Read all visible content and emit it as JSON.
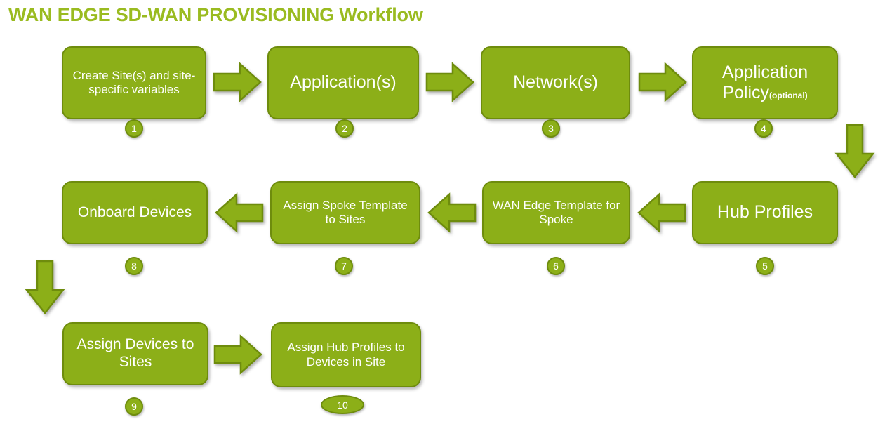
{
  "page": {
    "title": "WAN EDGE SD-WAN PROVISIONING Workflow",
    "colors": {
      "title_green": "#9ABB20",
      "node_fill": "#8CAF18",
      "node_border": "#6E8C0D",
      "node_text": "#FFFFFF",
      "rule": "#D9D9D9",
      "background": "#FFFFFF"
    }
  },
  "workflow": {
    "type": "flow-diagram",
    "direction": "serpentine: row1 left-to-right, row2 right-to-left, row3 left-to-right",
    "steps": [
      {
        "number": "1",
        "label": "Create Site(s) and site-specific variables",
        "badge_shape": "circle"
      },
      {
        "number": "2",
        "label": "Application(s)",
        "badge_shape": "circle"
      },
      {
        "number": "3",
        "label": "Network(s)",
        "badge_shape": "circle"
      },
      {
        "number": "4",
        "label": "Application Policy",
        "suffix": "(optional)",
        "badge_shape": "circle"
      },
      {
        "number": "5",
        "label": "Hub Profiles",
        "badge_shape": "circle"
      },
      {
        "number": "6",
        "label": "WAN Edge Template for Spoke",
        "badge_shape": "circle"
      },
      {
        "number": "7",
        "label": "Assign Spoke Template to Sites",
        "badge_shape": "circle"
      },
      {
        "number": "8",
        "label": "Onboard Devices",
        "badge_shape": "circle"
      },
      {
        "number": "9",
        "label": "Assign Devices to Sites",
        "badge_shape": "circle"
      },
      {
        "number": "10",
        "label": "Assign Hub Profiles to Devices in Site",
        "badge_shape": "ellipse"
      }
    ],
    "connectors": [
      {
        "name": "arrow-1-to-2",
        "direction": "right"
      },
      {
        "name": "arrow-2-to-3",
        "direction": "right"
      },
      {
        "name": "arrow-3-to-4",
        "direction": "right"
      },
      {
        "name": "arrow-4-to-5",
        "direction": "down"
      },
      {
        "name": "arrow-5-to-6",
        "direction": "left"
      },
      {
        "name": "arrow-6-to-7",
        "direction": "left"
      },
      {
        "name": "arrow-7-to-8",
        "direction": "left"
      },
      {
        "name": "arrow-8-to-9",
        "direction": "down"
      },
      {
        "name": "arrow-9-to-10",
        "direction": "right"
      }
    ]
  }
}
